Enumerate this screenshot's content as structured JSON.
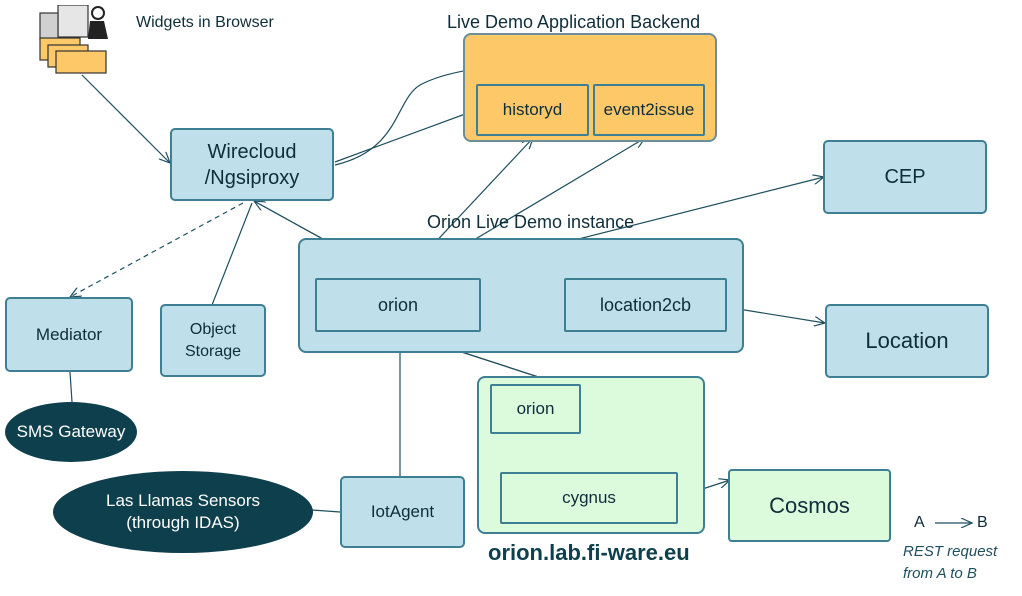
{
  "widgets_label": "Widgets in Browser",
  "backend_title": "Live Demo Application  Backend",
  "historyd": "historyd",
  "event2issue": "event2issue",
  "wirecloud_line1": "Wirecloud",
  "wirecloud_line2": "/Ngsiproxy",
  "cep": "CEP",
  "orion_instance_title": "Orion  Live Demo  instance",
  "orion": "orion",
  "location2cb": "location2cb",
  "location": "Location",
  "mediator": "Mediator",
  "object_storage_line1": "Object",
  "object_storage_line2": "Storage",
  "sms_gateway": "SMS Gateway",
  "sensors_line1": "Las Llamas Sensors",
  "sensors_line2": "(through IDAS)",
  "iotagent": "IotAgent",
  "orion_green": "orion",
  "cygnus": "cygnus",
  "cosmos": "Cosmos",
  "lab_url": "orion.lab.fi-ware.eu",
  "legend_a": "A",
  "legend_b": "B",
  "legend_line1": "REST request",
  "legend_line2": "from A to B"
}
